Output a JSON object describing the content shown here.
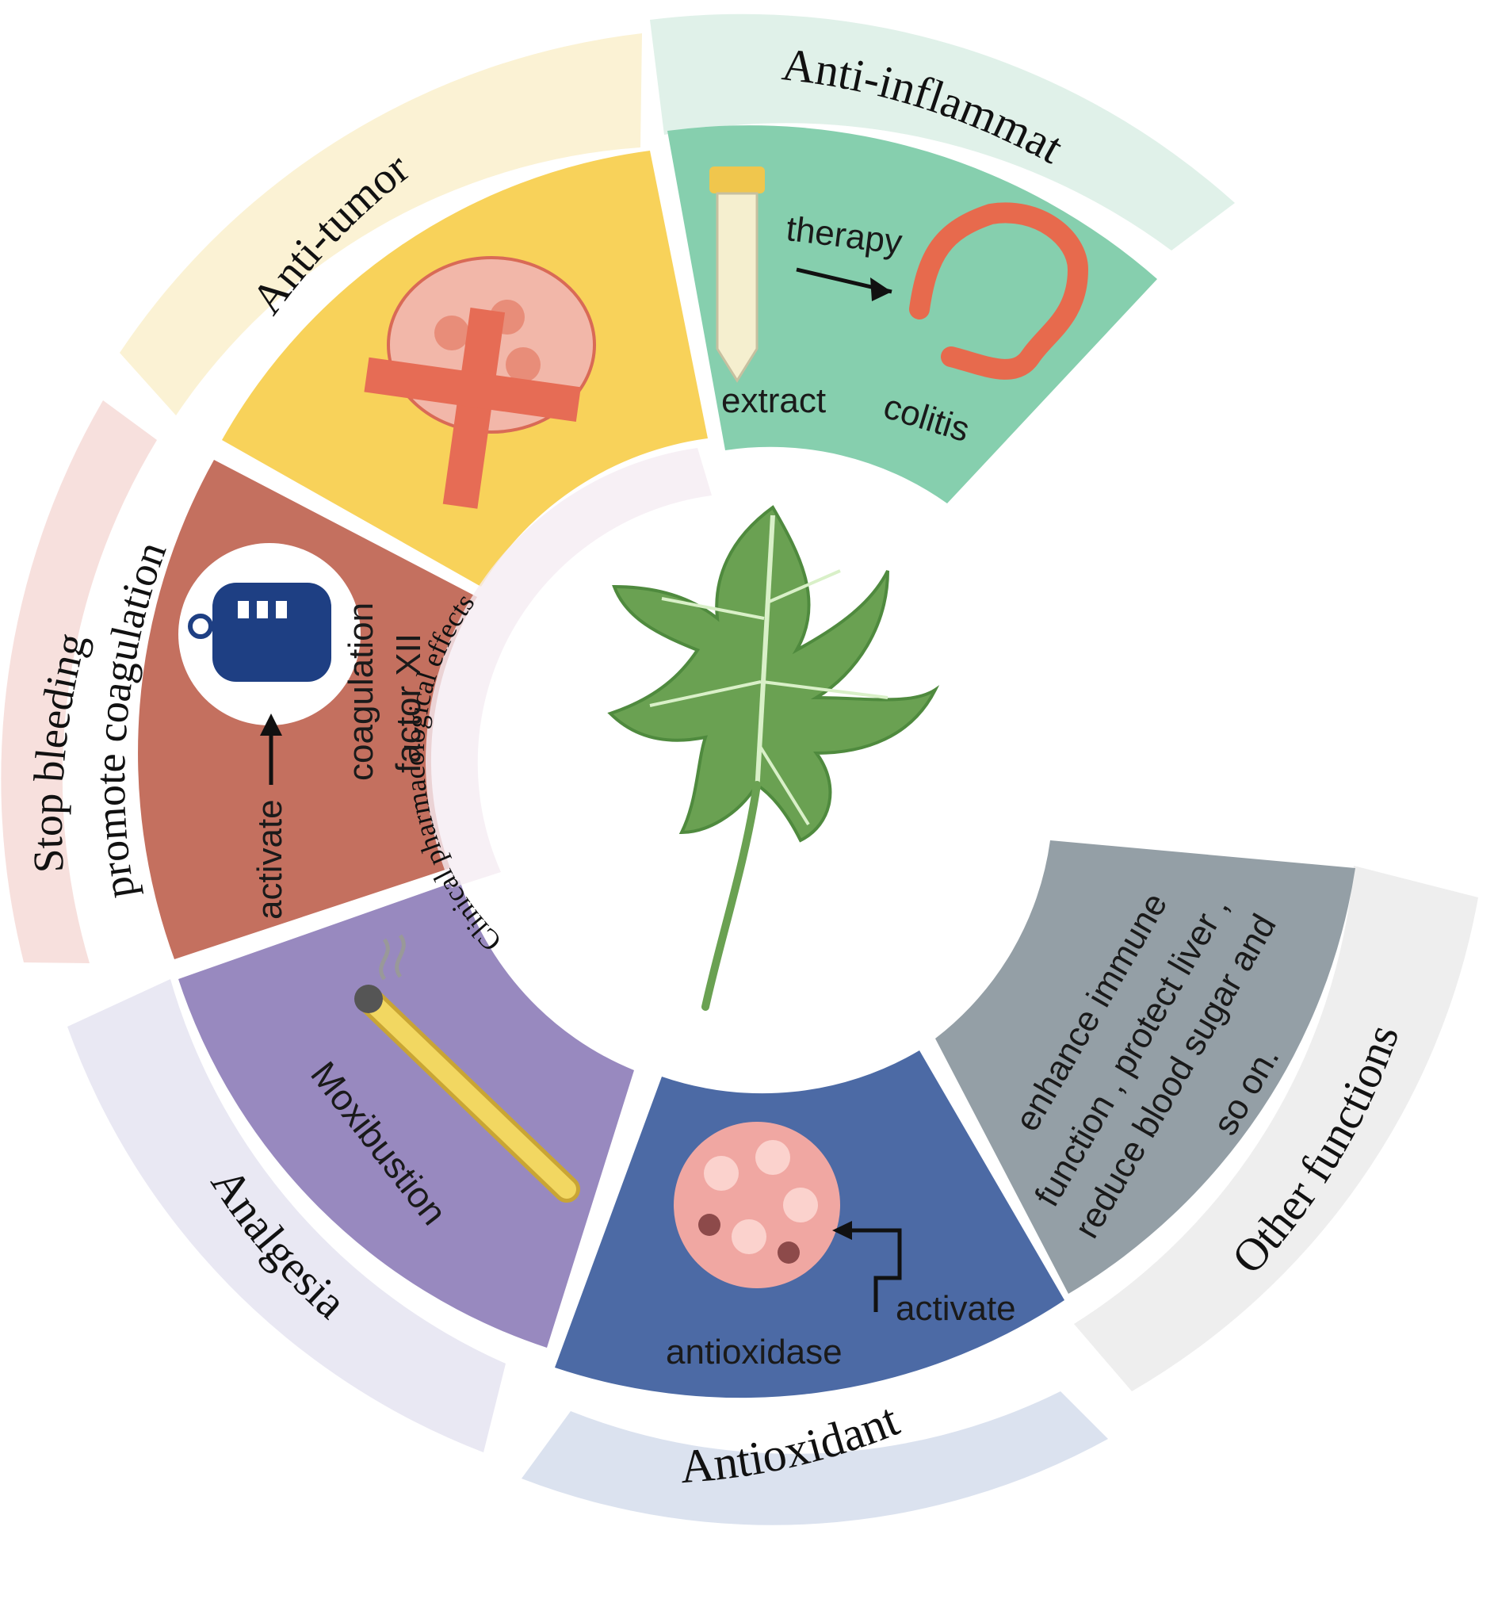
{
  "center_label": "Clinical pharmacological effects",
  "sectors": [
    {
      "id": "anti-tumor",
      "title": "Anti-tumor",
      "outer_color": "#fbf2d4",
      "inner_color": "#f8d25a",
      "icon": "tumor-icon"
    },
    {
      "id": "anti-inflammation",
      "title": "Anti-inflammat",
      "outer_color": "#e0f1e9",
      "inner_color": "#86cfae",
      "icon": "colon-icon",
      "texts": {
        "therapy": "therapy",
        "extract": "extract",
        "colitis": "colitis"
      }
    },
    {
      "id": "stop-bleeding",
      "title_line1": "Stop bleeding",
      "title_line2": "promote coagulation",
      "outer_color": "#f7e0dd",
      "inner_color": "#c4705f",
      "icon": "blood-bag-icon",
      "texts": {
        "activate": "activate",
        "factor_line1": "coagulation",
        "factor_line2": "factor XII"
      }
    },
    {
      "id": "analgesia",
      "title": "Analgesia",
      "outer_color": "#e9e8f3",
      "inner_color": "#9889bf",
      "icon": "moxa-stick-icon",
      "texts": {
        "moxibustion": "Moxibustion"
      }
    },
    {
      "id": "antioxidant",
      "title": "Antioxidant",
      "outer_color": "#dbe2ef",
      "inner_color": "#4c6aa5",
      "icon": "enzyme-cluster-icon",
      "texts": {
        "activate": "activate",
        "antioxidase": "antioxidase"
      }
    },
    {
      "id": "other",
      "title": "Other functions",
      "outer_color": "#eeeeee",
      "inner_color": "#949fa6",
      "texts": {
        "line1": "enhance immune",
        "line2": "function , protect liver ,",
        "line3": "reduce blood sugar and",
        "line4": "so on."
      }
    }
  ],
  "center_icon": "mugwort-leaf-icon"
}
